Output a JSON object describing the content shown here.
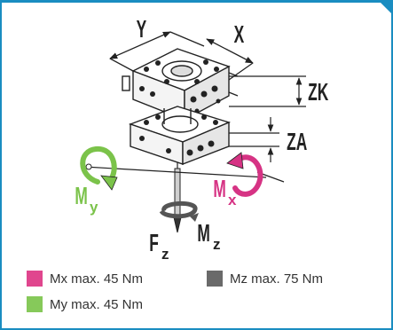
{
  "diagram": {
    "labels": {
      "y": "Y",
      "x": "X",
      "zk": "ZK",
      "za": "ZA",
      "my_main": "M",
      "my_sub": "y",
      "mx_main": "M",
      "mx_sub": "x",
      "mz_main": "M",
      "mz_sub": "z",
      "fz_main": "F",
      "fz_sub": "z"
    },
    "colors": {
      "frame": "#1a8dc1",
      "line": "#222222",
      "mx": "#d63384",
      "my": "#7bc34a",
      "mz": "#666666"
    }
  },
  "legend": [
    {
      "label": "Mx max. 45 Nm",
      "color": "#e0468e"
    },
    {
      "label": "Mz max. 75 Nm",
      "color": "#6a6a6a"
    },
    {
      "label": "My max. 45 Nm",
      "color": "#86c95a"
    }
  ]
}
